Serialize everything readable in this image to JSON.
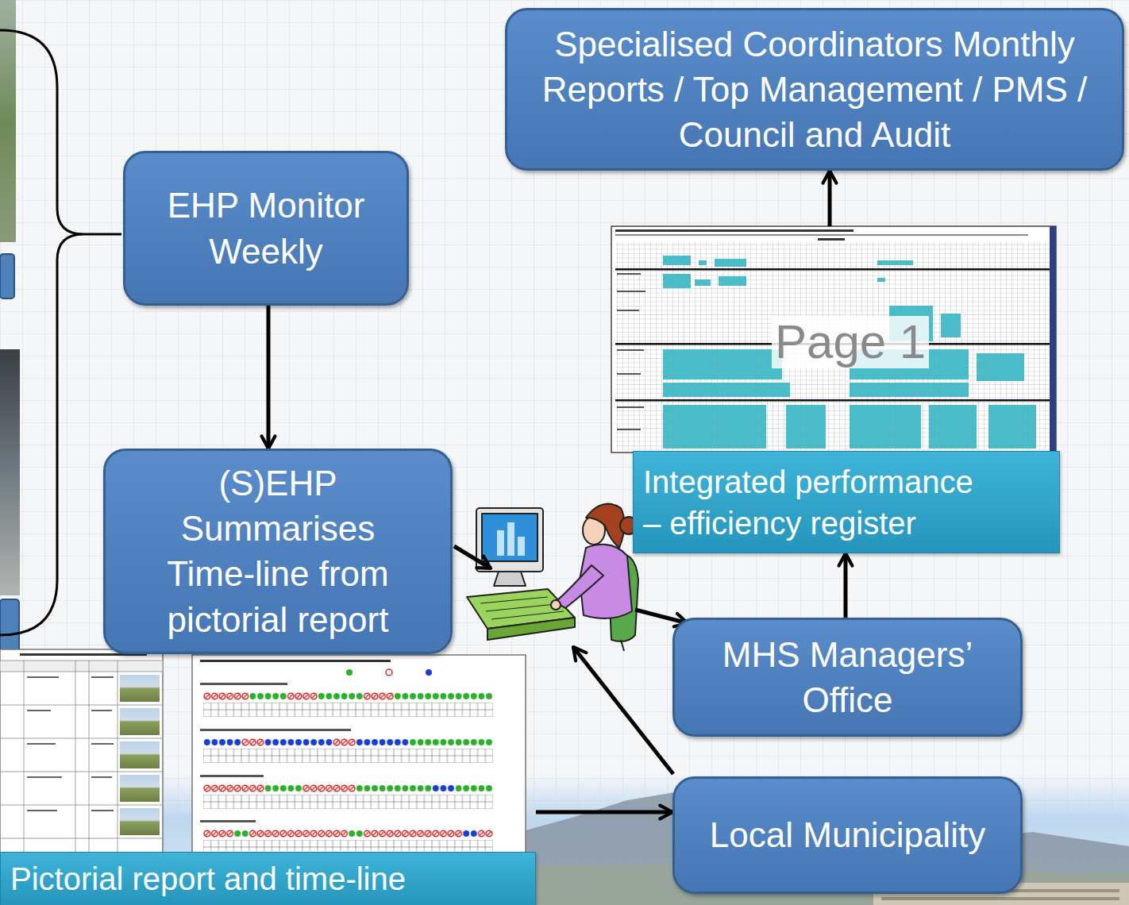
{
  "diagram": {
    "nodes": [
      {
        "text": [
          "Specialised Coordinators Monthly Reports / Top Management / PMS / Council and Audit"
        ]
      },
      {
        "text": [
          "EHP Monitor Weekly"
        ]
      },
      {
        "text": [
          "(S)EHP Summarises Time-line from pictorial report"
        ]
      },
      {
        "text": [
          "Integrated performance – efficiency register"
        ]
      },
      {
        "text": [
          "MHS Managers’ Office"
        ]
      },
      {
        "text": [
          "Local Municipality"
        ]
      },
      {
        "text": [
          "Pictorial report and time-line"
        ]
      }
    ],
    "edges": [
      {
        "from": 1,
        "to": 2,
        "arrow": "to"
      },
      {
        "from": 3,
        "to": 0,
        "arrow": "to"
      },
      {
        "from": 4,
        "to": 3,
        "arrow": "to"
      },
      {
        "from": 6,
        "to": 5,
        "arrow": "to"
      }
    ],
    "labels": [
      "Page 1"
    ]
  }
}
